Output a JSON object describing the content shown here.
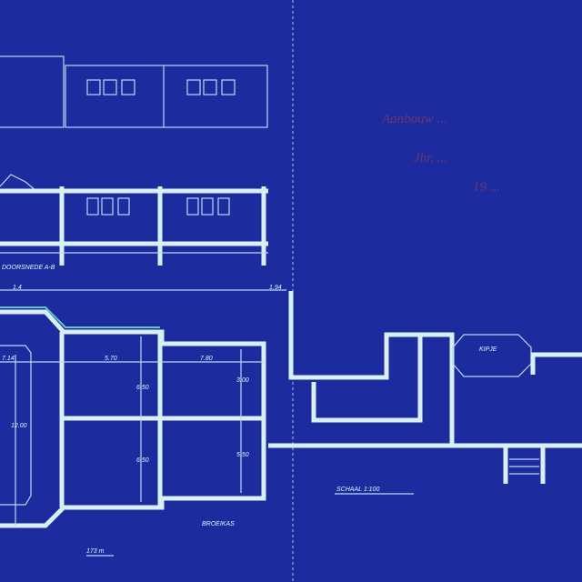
{
  "title_block": {
    "line1": "Aanbouw ... ",
    "line2": "Jhr. ... ",
    "line3": "19 ..."
  },
  "labels": {
    "section": "DOORSNEDE A-B",
    "dim_left": "7.14",
    "dim_a": "5.70",
    "dim_b": "7.80",
    "dim_v1": "6.50",
    "dim_v2": "6.50",
    "dim_v3": "3.00",
    "dim_v4": "5.50",
    "dim_total": "12.00",
    "dim_top_left": "1.4",
    "dim_top_right": "1.94",
    "room_greenhouse": "BROEIKAS",
    "room_small": "KIPJE",
    "scale": "SCHAAL 1:100",
    "area": "173 m"
  },
  "colors": {
    "paper": "#1c2c9e",
    "line": "#d8f0f4",
    "ink": "#8a3a5a"
  }
}
